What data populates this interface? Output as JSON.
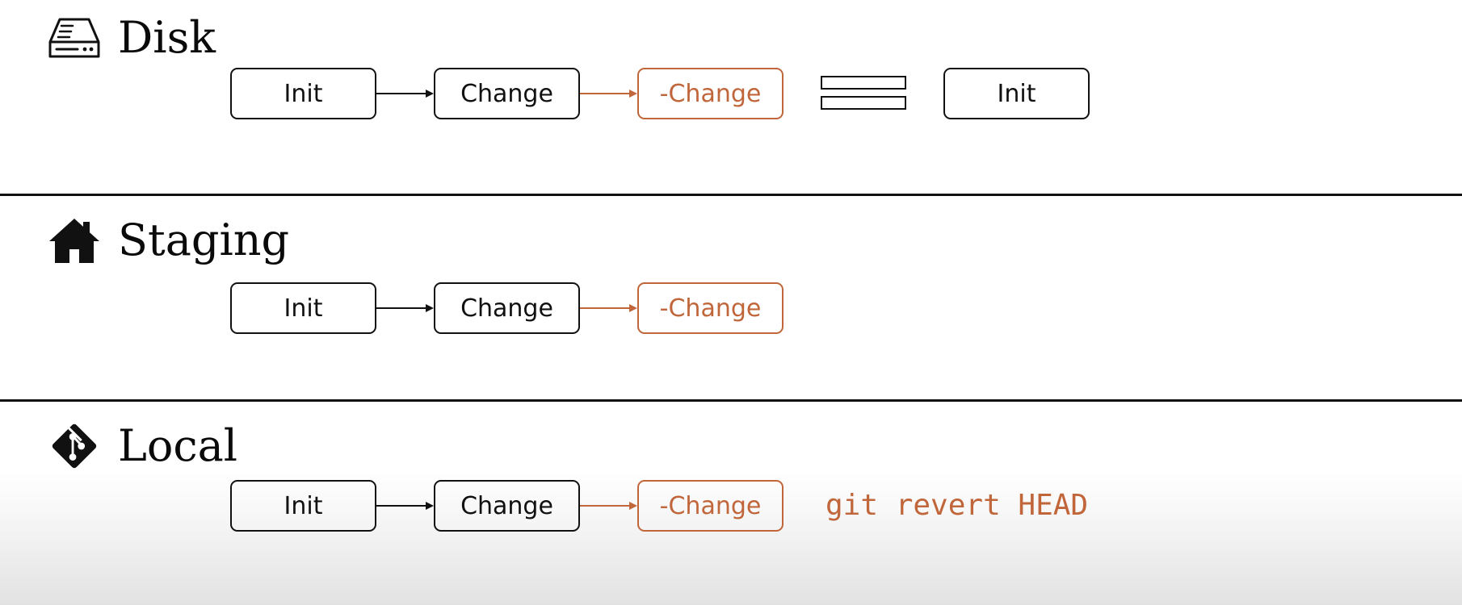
{
  "sections": {
    "disk": {
      "title": "Disk",
      "icon": "hard-drive-icon",
      "nodes": [
        "Init",
        "Change",
        "-Change"
      ],
      "equals_result": "Init"
    },
    "staging": {
      "title": "Staging",
      "icon": "house-icon",
      "nodes": [
        "Init",
        "Change",
        "-Change"
      ]
    },
    "local": {
      "title": "Local",
      "icon": "git-icon",
      "nodes": [
        "Init",
        "Change",
        "-Change"
      ],
      "command": "git revert HEAD"
    }
  },
  "colors": {
    "default_stroke": "#111111",
    "revert_accent": "#c0663a"
  }
}
